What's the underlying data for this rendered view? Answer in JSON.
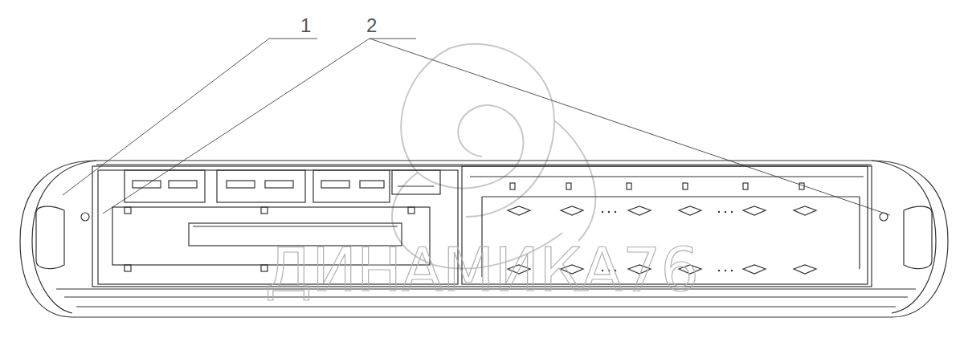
{
  "diagram": {
    "labels": [
      "1",
      "2",
      "ДИНАМИКА76"
    ]
  }
}
